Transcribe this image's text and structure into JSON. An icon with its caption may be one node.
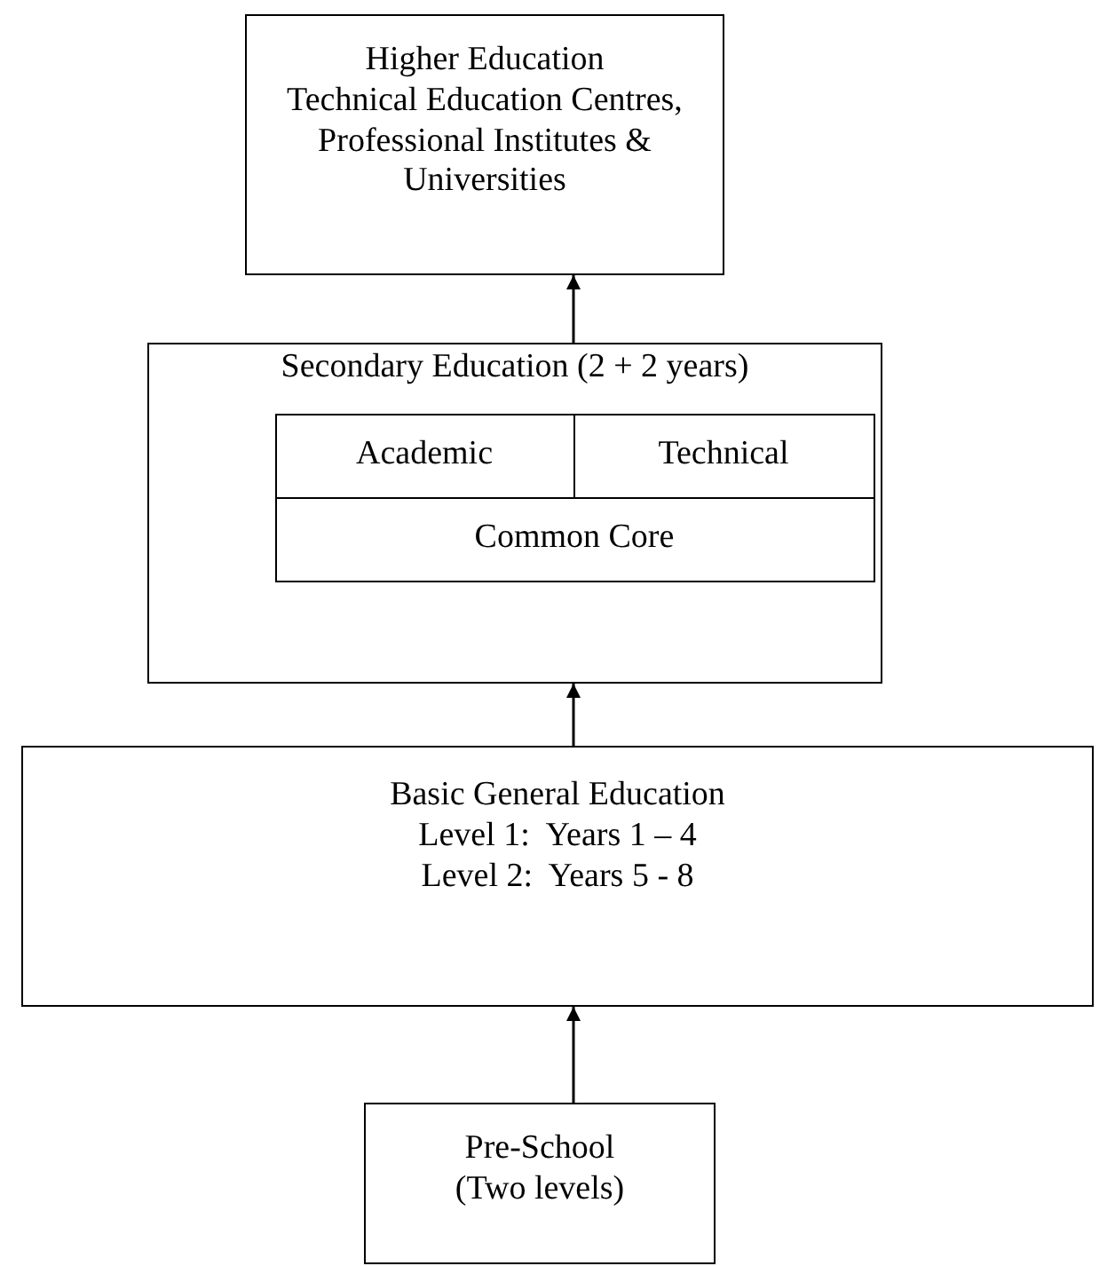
{
  "diagram": {
    "nodes": [
      {
        "text": [
          "Higher Education",
          "Technical Education Centres, Professional Institutes & Universities"
        ]
      },
      {
        "text": [
          "Secondary Education (2 + 2 years)"
        ]
      },
      {
        "text": [
          "Academic"
        ],
        "in": 1
      },
      {
        "text": [
          "Technical"
        ],
        "in": 1
      },
      {
        "text": [
          "Common Core"
        ],
        "in": 1
      },
      {
        "text": [
          "Basic General Education",
          "Level 1:  Years 1 – 4",
          "Level 2:  Years 5 - 8"
        ]
      },
      {
        "text": [
          "Pre-School",
          "(Two levels)"
        ]
      }
    ],
    "edges": [
      {
        "from": 6,
        "to": 5,
        "arrow": "to"
      },
      {
        "from": 5,
        "to": 1,
        "arrow": "to"
      },
      {
        "from": 1,
        "to": 0,
        "arrow": "to"
      }
    ]
  }
}
